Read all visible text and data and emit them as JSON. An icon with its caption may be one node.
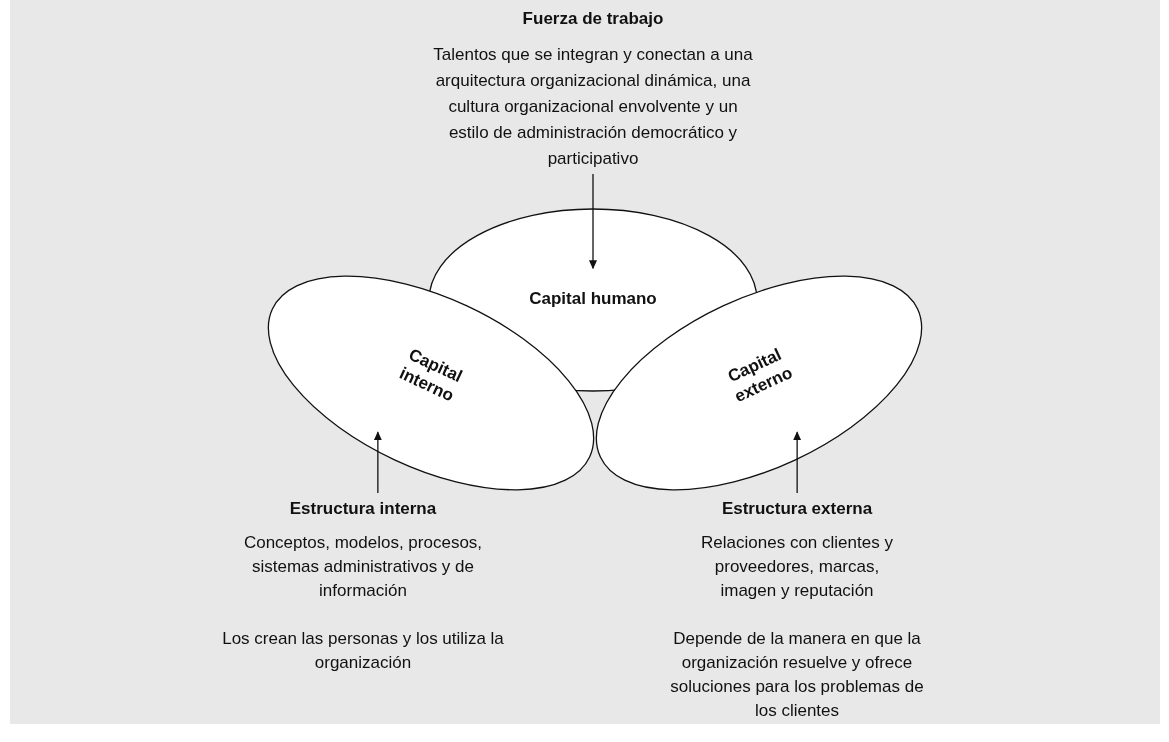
{
  "diagram": {
    "nodes": [
      {
        "text": [
          "Fuerza de trabajo",
          "Talentos que se integran y conectan a una arquitectura organizacional dinámica, una cultura organizacional envolvente y un estilo de administración democrático y participativo"
        ]
      },
      {
        "text": [
          "Capital humano"
        ]
      },
      {
        "text": [
          "Capital interno"
        ]
      },
      {
        "text": [
          "Capital externo"
        ]
      },
      {
        "text": [
          "Estructura interna",
          "Conceptos, modelos, procesos, sistemas administrativos y de información",
          "Los crean las personas y los utiliza la organización"
        ]
      },
      {
        "text": [
          "Estructura externa",
          "Relaciones con clientes y proveedores, marcas, imagen y reputación",
          "Depende de la manera en que la organización resuelve y ofrece soluciones para los problemas de los clientes"
        ]
      }
    ],
    "edges": [
      {
        "from": 0,
        "to": 1,
        "arrow": "to"
      },
      {
        "from": 4,
        "to": 2,
        "arrow": "to"
      },
      {
        "from": 5,
        "to": 3,
        "arrow": "to"
      }
    ]
  }
}
